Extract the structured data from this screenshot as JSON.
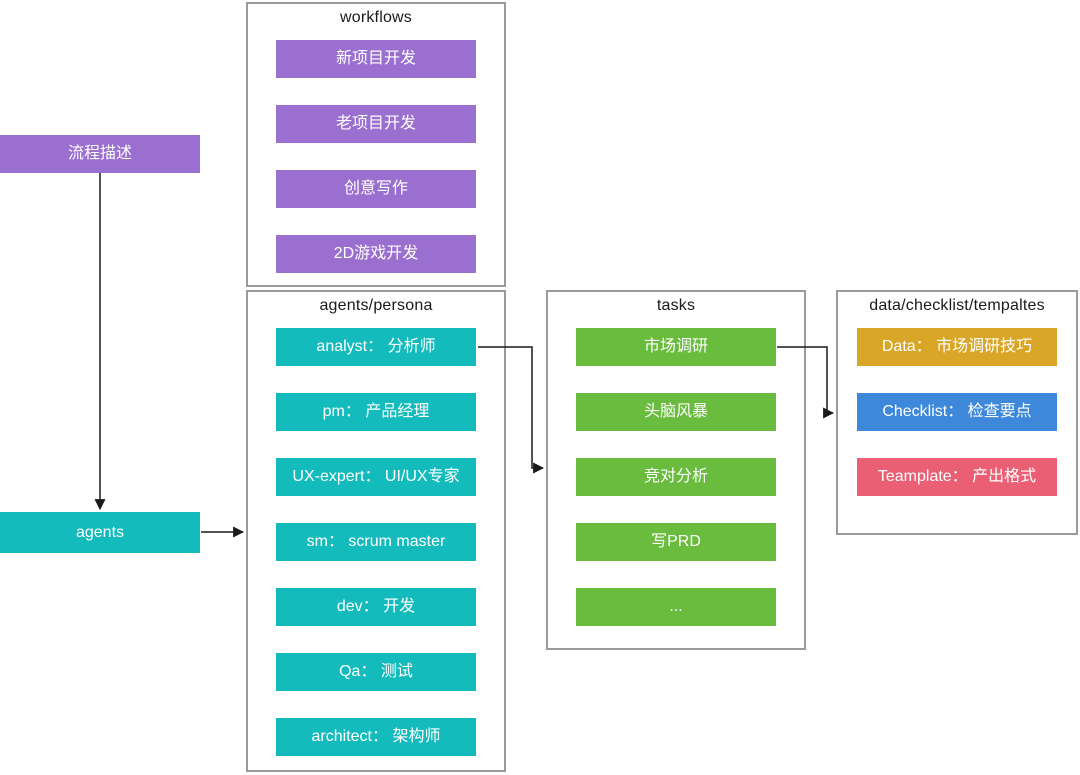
{
  "nodes": {
    "process": "流程描述",
    "agents": "agents"
  },
  "workflows": {
    "title": "workflows",
    "items": [
      "新项目开发",
      "老项目开发",
      "创意写作",
      "2D游戏开发"
    ]
  },
  "persona": {
    "title": "agents/persona",
    "items": [
      "analyst： 分析师",
      "pm： 产品经理",
      "UX-expert： UI/UX专家",
      "sm： scrum master",
      "dev： 开发",
      "Qa： 测试",
      "architect： 架构师"
    ]
  },
  "tasks": {
    "title": "tasks",
    "items": [
      "市场调研",
      "头脑风暴",
      "竞对分析",
      "写PRD",
      "..."
    ]
  },
  "data_panel": {
    "title": "data/checklist/tempaltes",
    "items": [
      "Data： 市场调研技巧",
      "Checklist： 检查要点",
      "Teamplate： 产出格式"
    ]
  },
  "colors": {
    "purple": "#9a6fd0",
    "teal": "#14bbbc",
    "green": "#6abc3e",
    "gold": "#d9a627",
    "blue": "#3e88dc",
    "pink": "#ea5f73",
    "container_border": "#9a9a9a",
    "arrow": "#1a1a1a"
  }
}
